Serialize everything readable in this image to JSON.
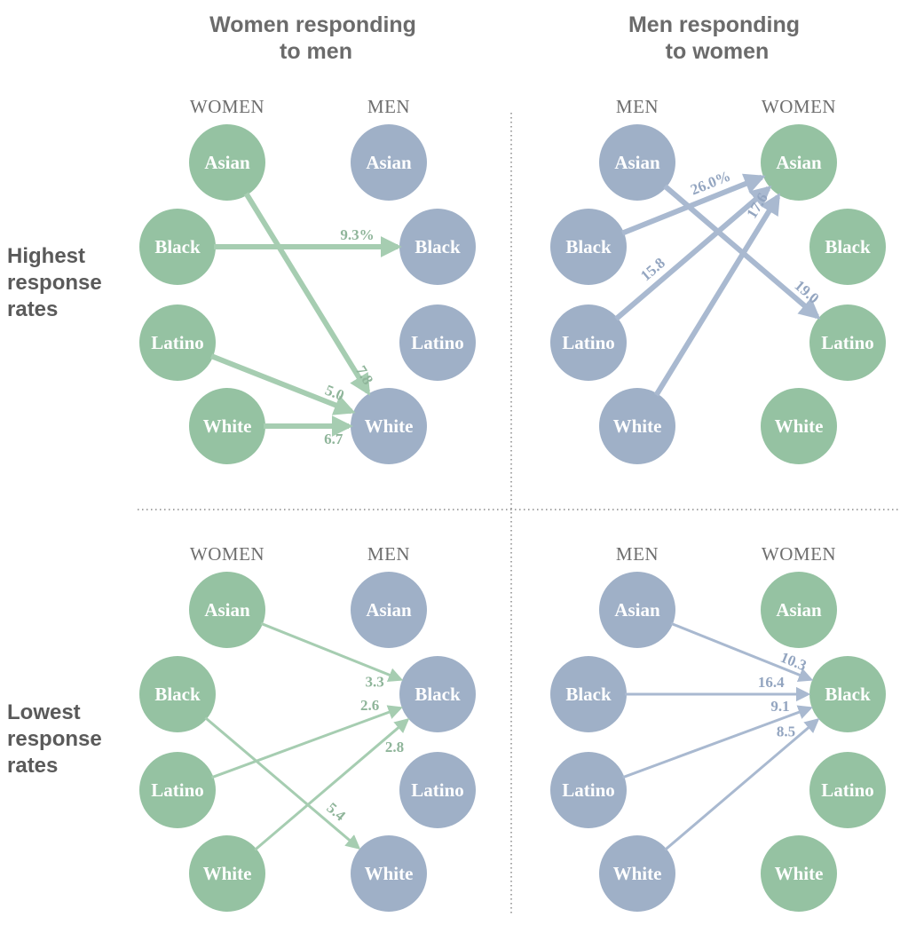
{
  "colors": {
    "women_node": "#95c2a2",
    "men_node": "#9fb0c7",
    "green_edge": "#a6cdb1",
    "blue_edge": "#a9b9d0",
    "green_text": "#8fb59a",
    "blue_text": "#93a5c0",
    "divider": "#888888"
  },
  "column_titles": [
    [
      "Women responding",
      "to men"
    ],
    [
      "Men responding",
      "to women"
    ]
  ],
  "row_labels": [
    [
      "Highest",
      "response",
      "rates"
    ],
    [
      "Lowest",
      "response",
      "rates"
    ]
  ],
  "panels": [
    {
      "left_heading": "WOMEN",
      "right_heading": "MEN",
      "left_role": "women",
      "right_role": "men",
      "left_nodes": [
        "Asian",
        "Black",
        "Latino",
        "White"
      ],
      "right_nodes": [
        "Asian",
        "Black",
        "Latino",
        "White"
      ],
      "edges": [
        {
          "from": "Asian",
          "to": "White",
          "value": "7.8"
        },
        {
          "from": "Black",
          "to": "Black",
          "value": "9.3%"
        },
        {
          "from": "Latino",
          "to": "White",
          "value": "5.0"
        },
        {
          "from": "White",
          "to": "White",
          "value": "6.7"
        }
      ]
    },
    {
      "left_heading": "MEN",
      "right_heading": "WOMEN",
      "left_role": "men",
      "right_role": "women",
      "left_nodes": [
        "Asian",
        "Black",
        "Latino",
        "White"
      ],
      "right_nodes": [
        "Asian",
        "Black",
        "Latino",
        "White"
      ],
      "edges": [
        {
          "from": "Black",
          "to": "Asian",
          "value": "26.0%"
        },
        {
          "from": "Asian",
          "to": "Latino",
          "value": "19.0"
        },
        {
          "from": "Latino",
          "to": "Asian",
          "value": "15.8"
        },
        {
          "from": "White",
          "to": "Asian",
          "value": "17.6"
        }
      ]
    },
    {
      "left_heading": "WOMEN",
      "right_heading": "MEN",
      "left_role": "women",
      "right_role": "men",
      "left_nodes": [
        "Asian",
        "Black",
        "Latino",
        "White"
      ],
      "right_nodes": [
        "Asian",
        "Black",
        "Latino",
        "White"
      ],
      "edges": [
        {
          "from": "Asian",
          "to": "Black",
          "value": "3.3"
        },
        {
          "from": "Latino",
          "to": "Black",
          "value": "2.6"
        },
        {
          "from": "White",
          "to": "Black",
          "value": "2.8"
        },
        {
          "from": "Black",
          "to": "White",
          "value": "5.4"
        }
      ]
    },
    {
      "left_heading": "MEN",
      "right_heading": "WOMEN",
      "left_role": "men",
      "right_role": "women",
      "left_nodes": [
        "Asian",
        "Black",
        "Latino",
        "White"
      ],
      "right_nodes": [
        "Asian",
        "Black",
        "Latino",
        "White"
      ],
      "edges": [
        {
          "from": "Asian",
          "to": "Black",
          "value": "10.3"
        },
        {
          "from": "Black",
          "to": "Black",
          "value": "16.4"
        },
        {
          "from": "Latino",
          "to": "Black",
          "value": "9.1"
        },
        {
          "from": "White",
          "to": "Black",
          "value": "8.5"
        }
      ]
    }
  ]
}
